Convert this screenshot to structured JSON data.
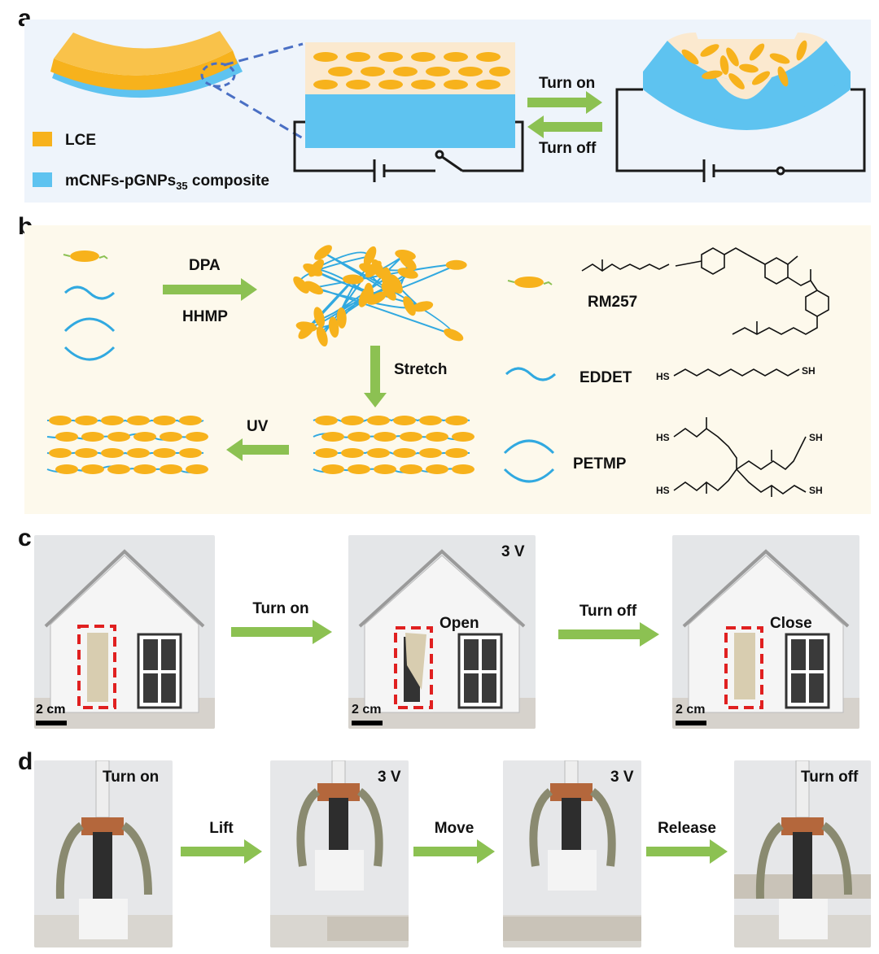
{
  "panels": {
    "a": {
      "letter": "a",
      "legend": {
        "lce": "LCE",
        "composite": "mCNFs-pGNPs",
        "composite_sub": "35",
        "composite_tail": " composite"
      },
      "turn_on": "Turn on",
      "turn_off": "Turn off"
    },
    "b": {
      "letter": "b",
      "dpa": "DPA",
      "hhmp": "HHMP",
      "stretch": "Stretch",
      "uv": "UV",
      "rm257": "RM257",
      "eddet": "EDDET",
      "petmp": "PETMP",
      "hs": "HS",
      "sh": "SH"
    },
    "c": {
      "letter": "c",
      "turn_on": "Turn on",
      "turn_off": "Turn off",
      "voltage": "3 V",
      "open": "Open",
      "close": "Close",
      "scale": "2 cm"
    },
    "d": {
      "letter": "d",
      "p1": "Turn on",
      "p2": "3 V",
      "p3": "3 V",
      "p4": "Turn off",
      "lift": "Lift",
      "move": "Move",
      "release": "Release"
    }
  },
  "colors": {
    "lce": "#f7b21c",
    "composite": "#5ec3f0",
    "arrow": "#8cc152",
    "wire": "#1a1a1a",
    "dash": "#4a6fc4",
    "chain": "#31a9e0",
    "bg_a": "#eef4fb",
    "bg_b": "#fdf9ec"
  }
}
